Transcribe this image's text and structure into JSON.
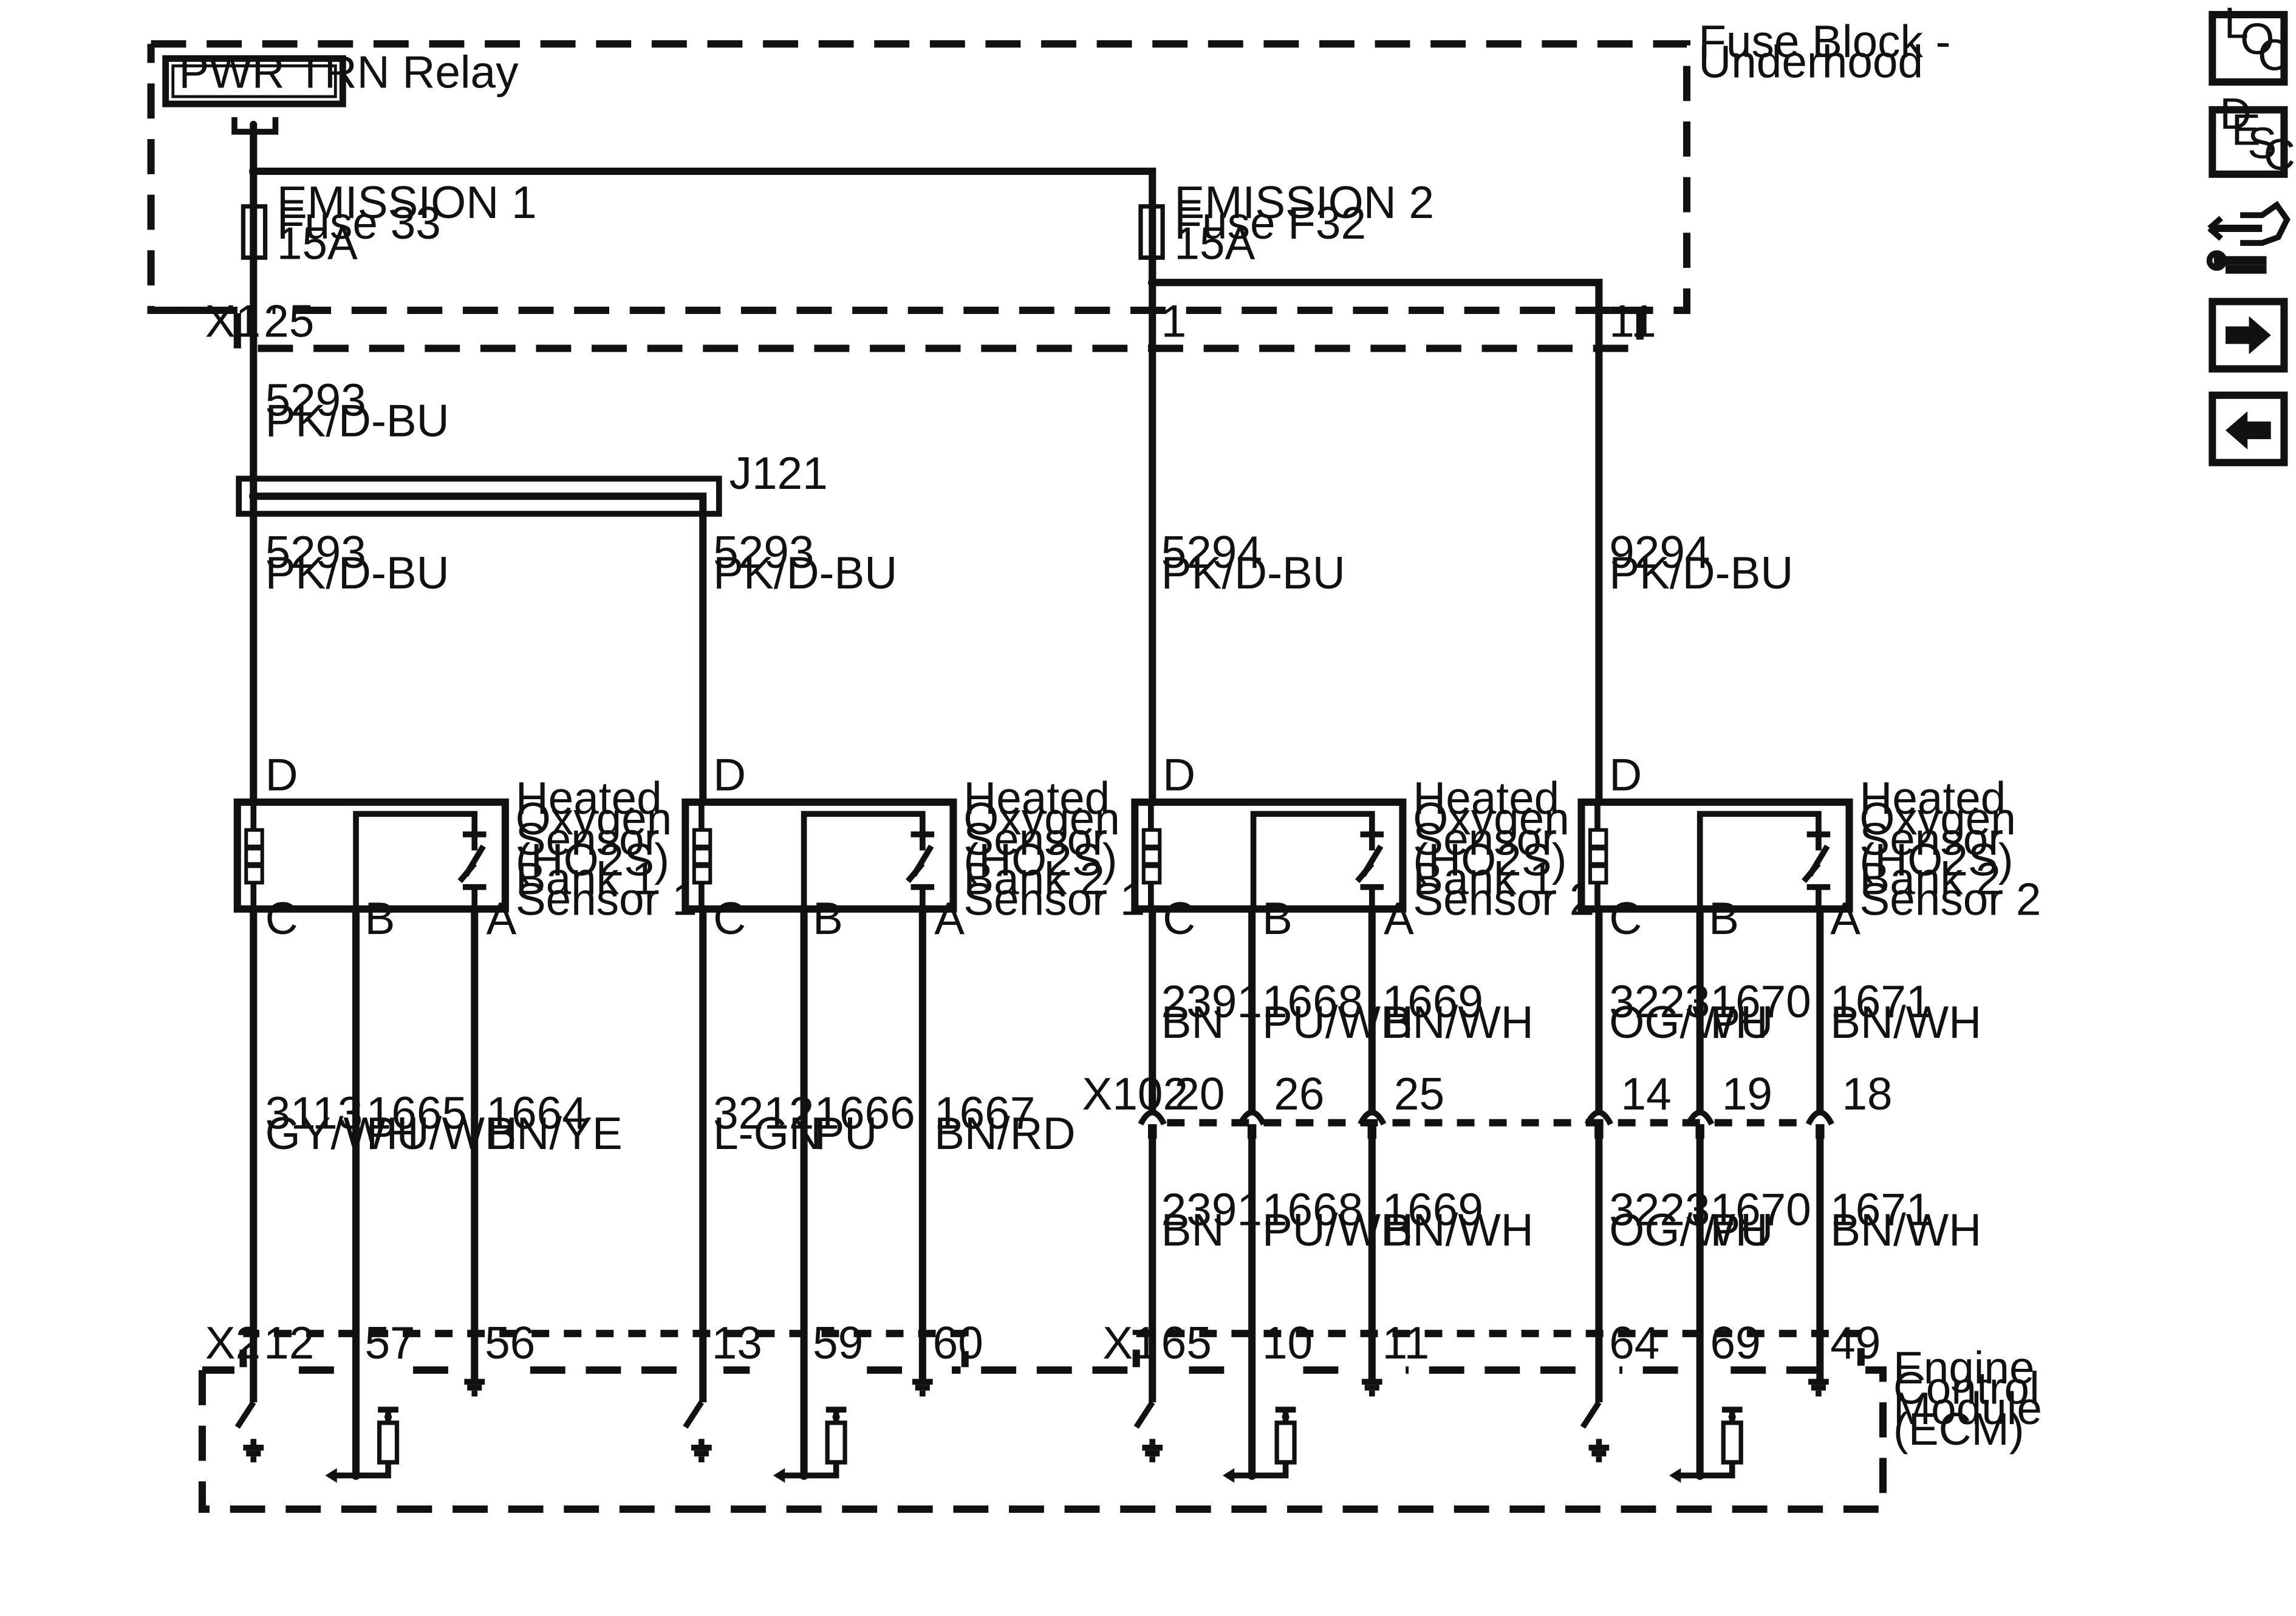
{
  "relay": {
    "label": "PWR TRN Relay"
  },
  "fuse_block": {
    "line1": "Fuse Block -",
    "line2": "Underhood"
  },
  "fuses": [
    {
      "name": "EMISSION 1",
      "id": "Fuse 33",
      "rating": "15A"
    },
    {
      "name": "EMISSION 2",
      "id": "Fuse F32",
      "rating": "15A"
    }
  ],
  "connector_x1_top": {
    "name": "X1",
    "pins": [
      "25",
      "1",
      "11"
    ]
  },
  "splice": {
    "name": "J121"
  },
  "wires_upper": [
    {
      "circuit": "5293",
      "color": "PK/D-BU"
    },
    {
      "circuit": "5293",
      "color": "PK/D-BU"
    },
    {
      "circuit": "5293",
      "color": "PK/D-BU"
    },
    {
      "circuit": "5294",
      "color": "PK/D-BU"
    },
    {
      "circuit": "9294",
      "color": "PK/D-BU"
    }
  ],
  "sensors": [
    {
      "lines": [
        "Heated",
        "Oxygen",
        "Sensor",
        "(HO2S)",
        "Bank 1",
        "Sensor 1"
      ],
      "pins": [
        "D",
        "C",
        "B",
        "A"
      ]
    },
    {
      "lines": [
        "Heated",
        "Oxygen",
        "Sensor",
        "(HO2S)",
        "Bank 2",
        "Sensor 1"
      ],
      "pins": [
        "D",
        "C",
        "B",
        "A"
      ]
    },
    {
      "lines": [
        "Heated",
        "Oxygen",
        "Sensor",
        "(HO2S)",
        "Bank 1",
        "Sensor 2"
      ],
      "pins": [
        "D",
        "C",
        "B",
        "A"
      ]
    },
    {
      "lines": [
        "Heated",
        "Oxygen",
        "Sensor",
        "(HO2S)",
        "Bank 2",
        "Sensor 2"
      ],
      "pins": [
        "D",
        "C",
        "B",
        "A"
      ]
    }
  ],
  "wires_lower_left": [
    {
      "circuit": "3113",
      "color": "GY/WH"
    },
    {
      "circuit": "1665",
      "color": "PU/WH"
    },
    {
      "circuit": "1664",
      "color": "BN/YE"
    },
    {
      "circuit": "3212",
      "color": "L-GN"
    },
    {
      "circuit": "1666",
      "color": "PU"
    },
    {
      "circuit": "1667",
      "color": "BN/RD"
    }
  ],
  "wires_right_upper": [
    {
      "circuit": "2391",
      "color": "BN"
    },
    {
      "circuit": "1668",
      "color": "PU/WH"
    },
    {
      "circuit": "1669",
      "color": "BN/WH"
    },
    {
      "circuit": "3223",
      "color": "OG/WH"
    },
    {
      "circuit": "1670",
      "color": "PU"
    },
    {
      "circuit": "1671",
      "color": "BN/WH"
    }
  ],
  "connector_x102": {
    "name": "X102",
    "pins": [
      "20",
      "26",
      "25",
      "14",
      "19",
      "18"
    ]
  },
  "wires_right_lower": [
    {
      "circuit": "2391",
      "color": "BN"
    },
    {
      "circuit": "1668",
      "color": "PU/WH"
    },
    {
      "circuit": "1669",
      "color": "BN/WH"
    },
    {
      "circuit": "3223",
      "color": "OG/WH"
    },
    {
      "circuit": "1670",
      "color": "PU"
    },
    {
      "circuit": "1671",
      "color": "BN/WH"
    }
  ],
  "connector_x2": {
    "name": "X2",
    "pins": [
      "12",
      "57",
      "56",
      "13",
      "59",
      "60"
    ]
  },
  "connector_x1_bottom": {
    "name": "X1",
    "pins": [
      "65",
      "10",
      "11",
      "64",
      "69",
      "49"
    ]
  },
  "ecm": {
    "lines": [
      "Engine",
      "Control",
      "Module",
      "(ECM)"
    ]
  },
  "nav": {
    "loc": [
      "L",
      "O",
      "C"
    ],
    "desc": [
      "D",
      "E",
      "S",
      "C"
    ],
    "icons": [
      "connector-repair-icon",
      "next-arrow-icon",
      "previous-arrow-icon"
    ]
  }
}
